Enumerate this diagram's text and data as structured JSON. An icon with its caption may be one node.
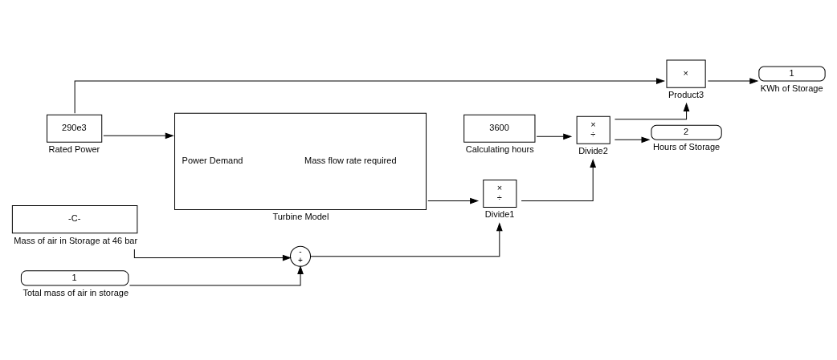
{
  "diagram": {
    "nodes": [
      {
        "text": [
          "290e3"
        ],
        "beside": [
          "Rated Power"
        ]
      },
      {
        "text": [
          "-C-"
        ],
        "beside": [
          "Mass of air in Storage at 46 bar"
        ]
      },
      {
        "text": [
          "1"
        ],
        "beside": [
          "Total mass of air in storage"
        ]
      },
      {
        "text": [
          "-",
          "+"
        ]
      },
      {
        "text": [
          "Power Demand",
          "Mass flow rate required"
        ],
        "beside": [
          "Turbine Model"
        ]
      },
      {
        "text": [
          "×",
          "÷"
        ],
        "beside": [
          "Divide1"
        ]
      },
      {
        "text": [
          "3600"
        ],
        "beside": [
          "Calculating hours"
        ]
      },
      {
        "text": [
          "×",
          "÷"
        ],
        "beside": [
          "Divide2"
        ]
      },
      {
        "text": [
          "×"
        ],
        "beside": [
          "Product3"
        ]
      },
      {
        "text": [
          "1"
        ],
        "beside": [
          "KWh of Storage"
        ]
      },
      {
        "text": [
          "2"
        ],
        "beside": [
          "Hours of Storage"
        ]
      }
    ],
    "edges": [
      {
        "from": 0,
        "to": 8,
        "arrow": "to"
      },
      {
        "from": 0,
        "to": 4,
        "arrow": "to"
      },
      {
        "from": 1,
        "to": 3,
        "arrow": "to"
      },
      {
        "from": 2,
        "to": 3,
        "arrow": "to"
      },
      {
        "from": 3,
        "to": 5,
        "arrow": "to"
      },
      {
        "from": 4,
        "to": 5,
        "arrow": "to"
      },
      {
        "from": 5,
        "to": 7,
        "arrow": "to"
      },
      {
        "from": 6,
        "to": 7,
        "arrow": "to"
      },
      {
        "from": 7,
        "to": 8,
        "arrow": "to"
      },
      {
        "from": 8,
        "to": 9,
        "arrow": "to"
      },
      {
        "from": 7,
        "to": 10,
        "arrow": "to"
      }
    ]
  }
}
